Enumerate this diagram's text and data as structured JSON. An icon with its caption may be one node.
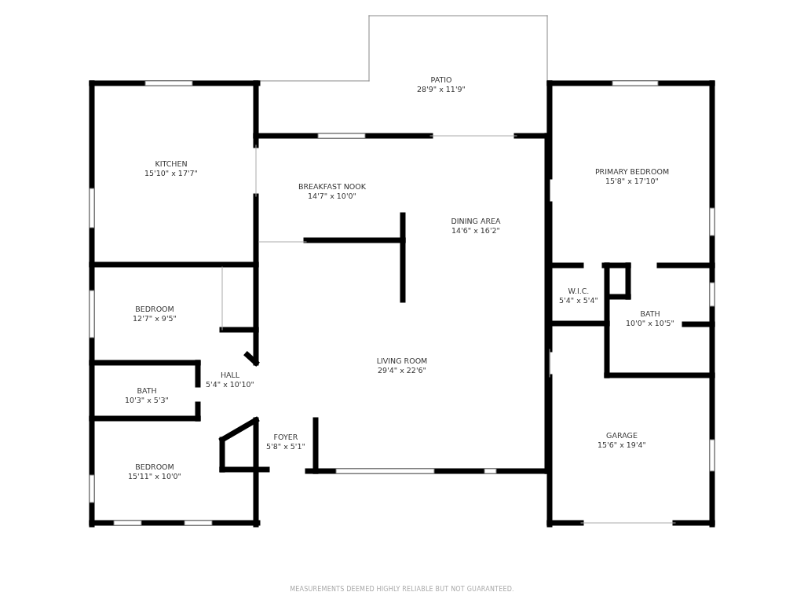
{
  "diagram": {
    "nodes": [
      {
        "text": [
          "PATIO",
          "28'9\" x 11'9\""
        ]
      },
      {
        "text": [
          "KITCHEN",
          "15'10\" x 17'7\""
        ]
      },
      {
        "text": [
          "BREAKFAST NOOK",
          "14'7\" x 10'0\""
        ]
      },
      {
        "text": [
          "PRIMARY BEDROOM",
          "15'8\" x 17'10\""
        ]
      },
      {
        "text": [
          "DINING AREA",
          "14'6\" x 16'2\""
        ]
      },
      {
        "text": [
          "BEDROOM",
          "12'7\" x 9'5\""
        ]
      },
      {
        "text": [
          "W.I.C.",
          "5'4\" x 5'4\""
        ]
      },
      {
        "text": [
          "BATH",
          "10'0\" x 10'5\""
        ]
      },
      {
        "text": [
          "LIVING ROOM",
          "29'4\" x 22'6\""
        ]
      },
      {
        "text": [
          "BATH",
          "10'3\" x 5'3\""
        ]
      },
      {
        "text": [
          "HALL",
          "5'4\" x 10'10\""
        ]
      },
      {
        "text": [
          "FOYER",
          "5'8\" x 5'1\""
        ]
      },
      {
        "text": [
          "GARAGE",
          "15'6\" x 19'4\""
        ]
      },
      {
        "text": [
          "BEDROOM",
          "15'11\" x 10'0\""
        ]
      }
    ],
    "labels": [
      "MEASUREMENTS DEEMED HIGHLY RELIABLE BUT NOT GUARANTEED."
    ]
  }
}
